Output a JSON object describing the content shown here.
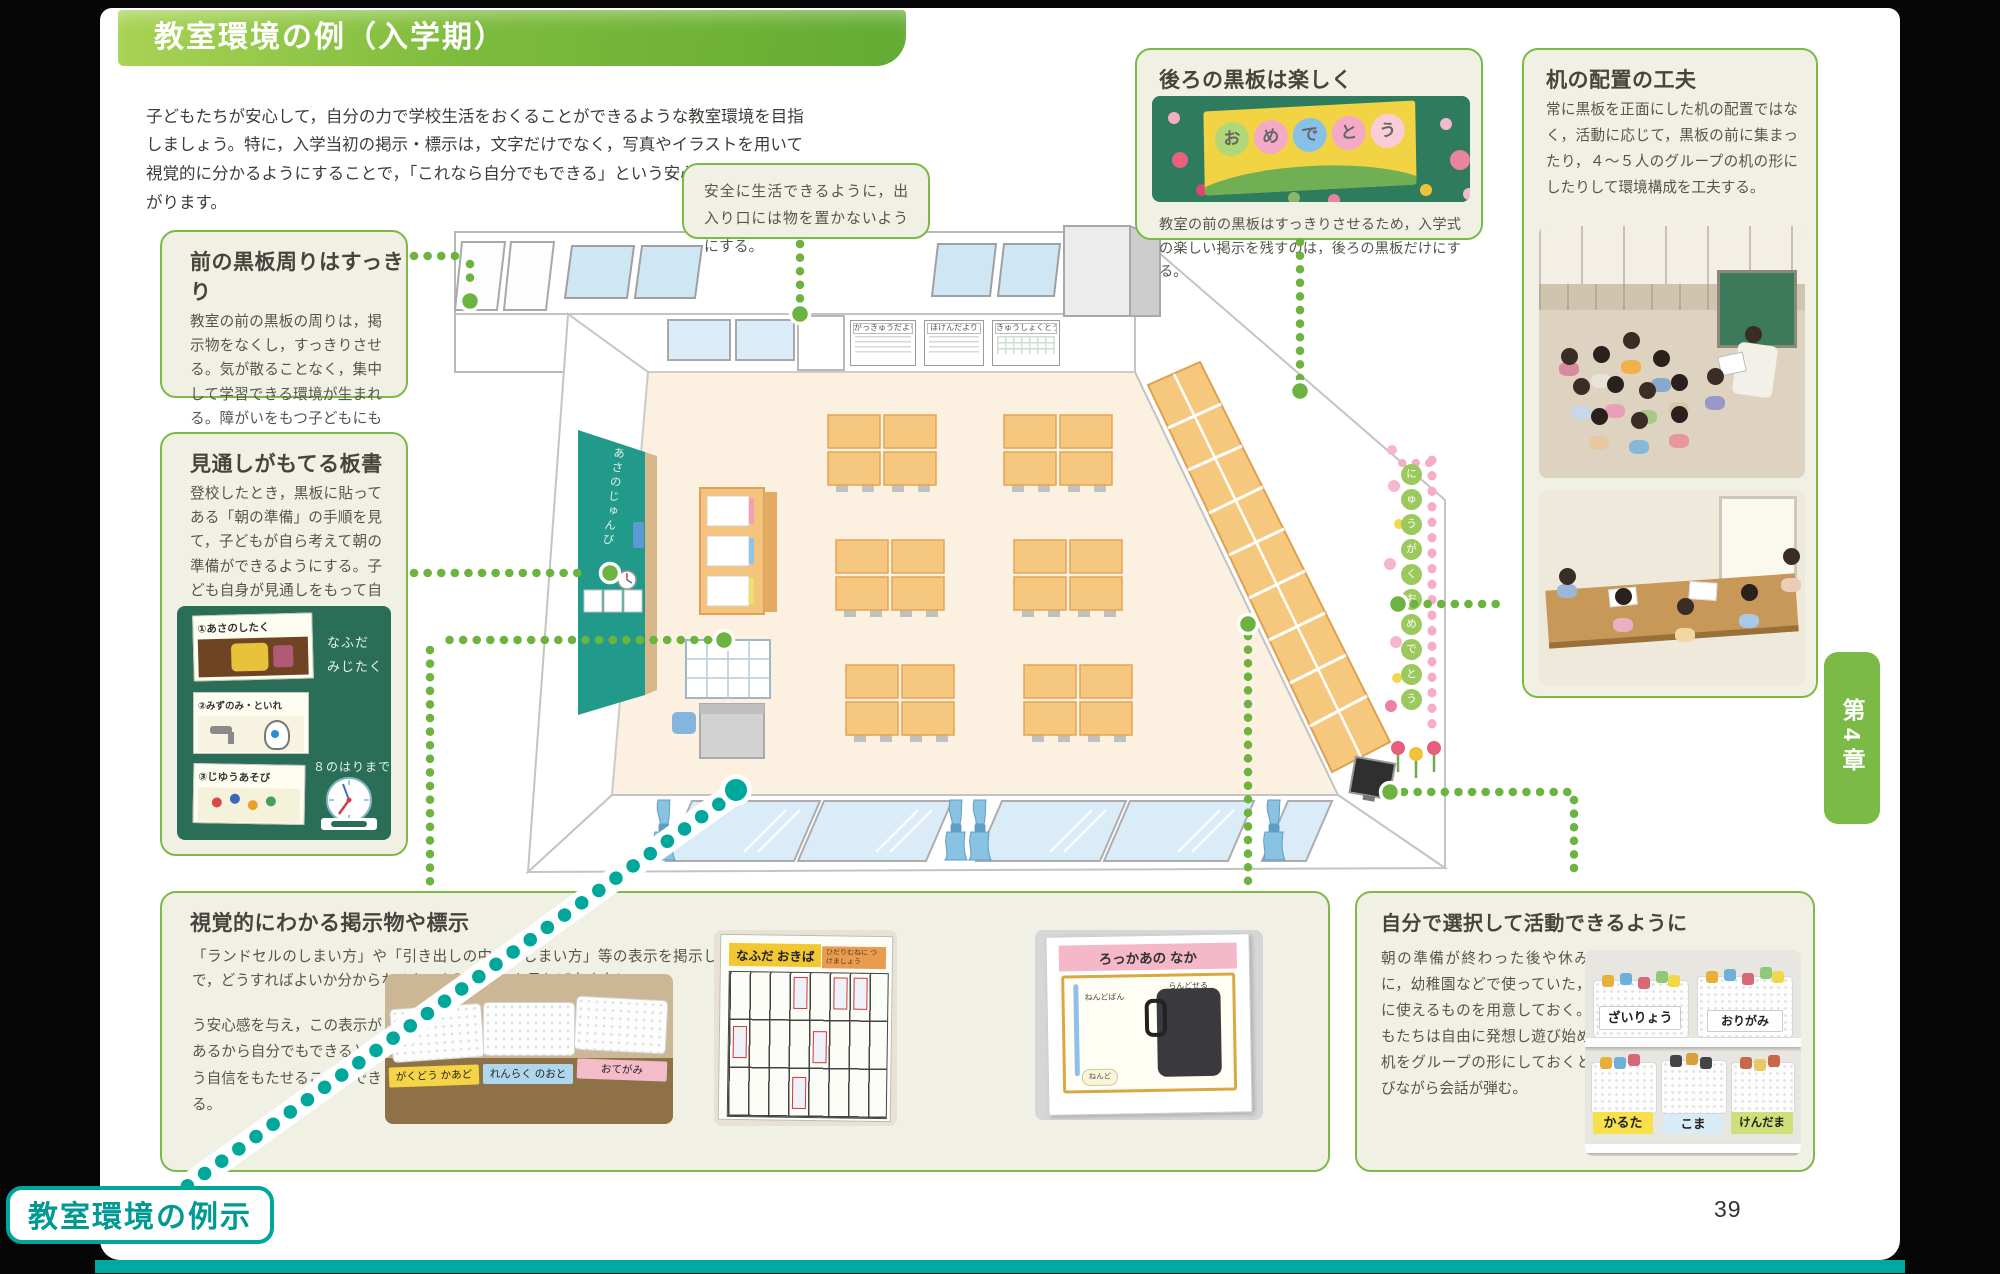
{
  "header": {
    "title": "教室環境の例（入学期）"
  },
  "intro": "子どもたちが安心して，自分の力で学校生活をおくることができるような教室環境を目指しましょう。特に，入学当初の掲示・標示は，文字だけでなく，写真やイラストを用いて視覚的に分かるようにすることで，「これなら自分でもできる」という安心感や自信につながります。",
  "colors": {
    "accent_green": "#7cba48",
    "dot_green": "#6db33f",
    "teal": "#00a79b"
  },
  "boxes": {
    "front_board": {
      "title": "前の黒板周りはすっきり",
      "body": "教室の前の黒板の周りは，掲示物をなくし，すっきりさせる。気が散ることなく，集中して学習できる環境が生まれる。障がいをもつ子どもにも優しい配慮である。"
    },
    "visible_plan": {
      "title": "見通しがもてる板書",
      "body": "登校したとき，黒板に貼ってある「朝の準備」の手順を見て，子どもが自ら考えて朝の準備ができるようにする。子ども自身が見通しをもって自ら主体的に動ける内容や環境構成を心がける。",
      "photo": {
        "card1": "①あさのしたく",
        "chalk1": "なふだ",
        "chalk2": "みじたく",
        "card2": "②みずのみ・といれ",
        "card3": "③じゆうあそび",
        "clock_note": "８のはりまで"
      }
    },
    "safety_note": {
      "body": "安全に生活できるように，出入り口には物を置かないようにする。"
    },
    "rear_board": {
      "title": "後ろの黒板は楽しく",
      "photo_word": "おめでとう",
      "body": "教室の前の黒板はすっきりさせるため，入学式の楽しい掲示を残すのは，後ろの黒板だけにする。"
    },
    "desk_layout": {
      "title": "机の配置の工夫",
      "body": "常に黒板を正面にした机の配置ではなく，活動に応じて，黒板の前に集まったり，４～５人のグループの机の形にしたりして環境構成を工夫する。"
    },
    "visual_signs": {
      "title": "視覚的にわかる掲示物や標示",
      "body_1": "「ランドセルのしまい方」や「引き出しの中へのしまい方」等の表示を掲示しておくことで，どうすればよいか分からなくなった時にここを見れば大丈夫とい",
      "body_2": "う安心感を与え，この表示があるから自分でもできるという自信をもたせることができる。",
      "basket_labels": [
        "がくどう かあど",
        "れんらく のおと",
        "おてがみ"
      ],
      "nafuda_photo": {
        "title": "なふだ おきば",
        "note": "ひだりむねに つけましょう"
      },
      "locker_photo": {
        "title": "ろっかあの なか",
        "label_left": "ねんどばん",
        "label_right": "らんどせる",
        "label_bottom": "ねんど"
      }
    },
    "self_choice": {
      "title": "自分で選択して活動できるように",
      "body": "朝の準備が終わった後や休み時間に，幼稚園などで使っていた，自由に使えるものを用意しておく。子どもたちは自由に発想し遊び始める。机をグループの形にしておくと，遊びながら会話が弾む。",
      "shelf_labels_top": [
        "ざいりょう",
        "おりがみ"
      ],
      "shelf_labels_bottom": [
        "かるた",
        "こま",
        "けんだま"
      ]
    }
  },
  "diagram": {
    "posters": [
      "がっきゅうだより",
      "ほけんだより",
      "きゅうしょくとうばん"
    ],
    "front_board_text": "あさのじゅんび",
    "rear_display_text": "にゅうがくおめでとう"
  },
  "page": {
    "number": "39",
    "chapter_tab": "第4章",
    "footer_label": "教室環境の例示"
  }
}
